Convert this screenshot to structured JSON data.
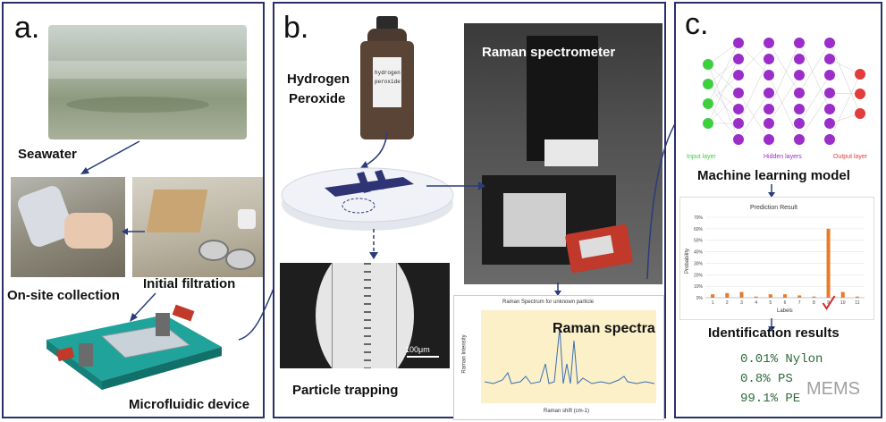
{
  "panel_a": {
    "letter": "a.",
    "seawater": "Seawater",
    "onsite": "On-site collection",
    "filtration": "Initial filtration",
    "device": "Microfluidic device"
  },
  "panel_b": {
    "letter": "b.",
    "h2o2_line1": "Hydrogen",
    "h2o2_line2": "Peroxide",
    "bottle_label_1": "hydrogen",
    "bottle_label_2": "peroxide",
    "raman_spectrometer": "Raman spectrometer",
    "trapping": "Particle trapping",
    "scale_bar": "100μm",
    "spectra_label": "Raman spectra",
    "spectrum_title": "Raman Spectrum for unknown particle",
    "spectrum_xlabel": "Raman shift (cm-1)",
    "spectrum_ylabel": "Raman Intensity"
  },
  "panel_c": {
    "letter": "c.",
    "input_layer": "Input layer",
    "hidden_layers": "Hidden layers",
    "output_layer": "Output layer",
    "ml_model": "Machine learning model",
    "identification": "Identification results",
    "results": [
      "0.01% Nylon",
      "0.8% PS",
      "99.1% PE"
    ],
    "watermark": "MEMS"
  },
  "chart_data": {
    "type": "bar",
    "title": "Prediction Result",
    "xlabel": "Labels",
    "ylabel": "Probability",
    "categories": [
      "1",
      "2",
      "3",
      "4",
      "5",
      "6",
      "7",
      "8",
      "9",
      "10",
      "11"
    ],
    "values": [
      3,
      4,
      5,
      1,
      3,
      3,
      2,
      1,
      60,
      5,
      1
    ],
    "ylim": [
      0,
      70
    ],
    "yticks": [
      "0%",
      "10%",
      "20%",
      "30%",
      "40%",
      "50%",
      "60%",
      "70%"
    ],
    "bar_color": "#e87a2a",
    "grid": true
  }
}
